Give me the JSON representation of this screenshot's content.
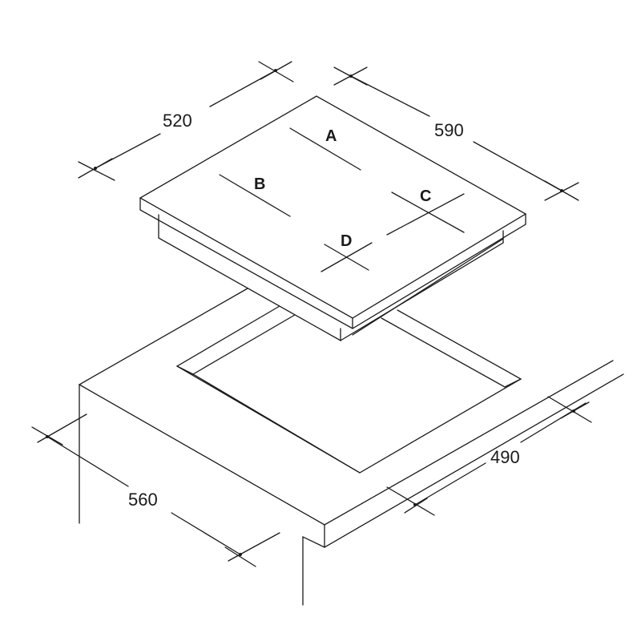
{
  "diagram": {
    "dimensions": {
      "hob_depth": "520",
      "hob_width": "590",
      "cutout_width": "560",
      "cutout_depth": "490"
    },
    "zones": {
      "a": "A",
      "b": "B",
      "c": "C",
      "d": "D"
    },
    "line_color": "#1a1a1a"
  }
}
